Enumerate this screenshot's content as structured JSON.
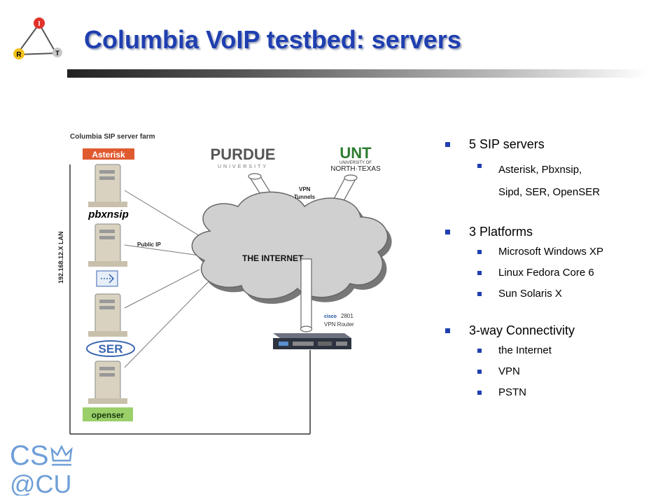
{
  "slide": {
    "title": "Columbia VoIP testbed: servers",
    "logo_letters": {
      "top": "I",
      "left": "R",
      "right": "T"
    }
  },
  "diagram": {
    "farm_label": "Columbia SIP server farm",
    "lan_label": "192.168.12.X LAN",
    "public_ip_label": "Public IP",
    "internet_label": "THE INTERNET",
    "vpn_tunnels_label": [
      "VPN",
      "Tunnels"
    ],
    "router_brand": "cisco",
    "router_model": "2801",
    "router_label": "VPN Router",
    "partner_logos": {
      "purdue": "PURDUE",
      "purdue_sub": "UNIVERSITY",
      "unt": "UNT",
      "unt_sub1": "UNIVERSITY OF",
      "unt_sub2": "NORTH·TEXAS"
    },
    "server_logos": [
      "Asterisk",
      "pbxnsip",
      "SER",
      "openser"
    ]
  },
  "bullets": [
    {
      "text": "5 SIP servers",
      "sub": [
        "Asterisk, Pbxnsip,",
        "Sipd, SER, OpenSER"
      ]
    },
    {
      "text": "3 Platforms",
      "sub": [
        "Microsoft Windows XP",
        "Linux Fedora Core 6",
        "Sun Solaris X"
      ]
    },
    {
      "text": "3-way Connectivity",
      "sub": [
        "the Internet",
        "VPN",
        "PSTN"
      ]
    }
  ],
  "footer_logo": {
    "line1": "CS",
    "line2": "@CU"
  },
  "colors": {
    "title": "#1f3fb0",
    "bullet": "#1f3fb0",
    "logo_i": "#e0322b",
    "logo_r": "#f2c21a",
    "logo_t": "#b0b0b0"
  }
}
